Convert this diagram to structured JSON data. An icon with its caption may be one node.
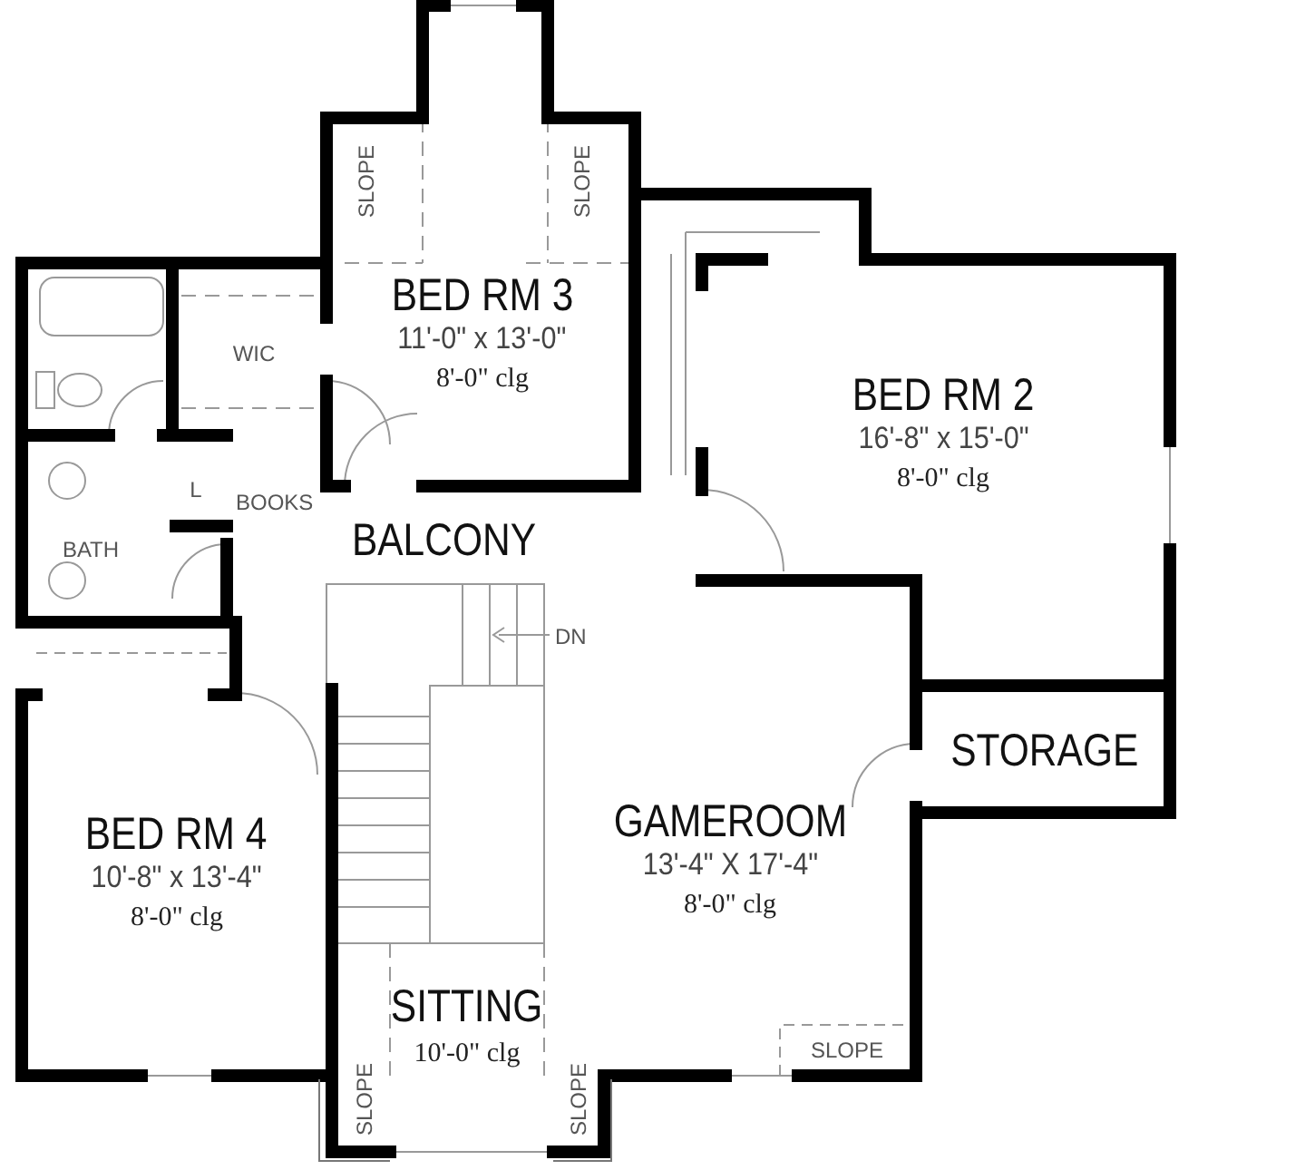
{
  "diagram": {
    "nodes": [
      {
        "text": [
          "BED RM 3",
          "11'-0\" x 13'-0\"",
          "8'-0\" clg"
        ]
      },
      {
        "text": [
          "WIC"
        ]
      },
      {
        "text": [
          "BED RM 2",
          "16'-8\" x 15'-0\"",
          "8'-0\" clg"
        ]
      },
      {
        "text": [
          "L"
        ]
      },
      {
        "text": [
          "BATH"
        ]
      },
      {
        "text": [
          "BALCONY"
        ]
      },
      {
        "text": [
          "STORAGE"
        ]
      },
      {
        "text": [
          "BED RM 4",
          "10'-8\" x 13'-4\"",
          "8'-0\" clg"
        ]
      },
      {
        "text": [
          "GAMEROOM",
          "13'-4\" X 17'-4\"",
          "8'-0\" clg"
        ]
      },
      {
        "text": [
          "SITTING",
          "10'-0\" clg"
        ]
      }
    ],
    "labels": [
      "SLOPE",
      "SLOPE",
      "BOOKS",
      "DN",
      "SLOPE",
      "SLOPE",
      "SLOPE"
    ]
  }
}
